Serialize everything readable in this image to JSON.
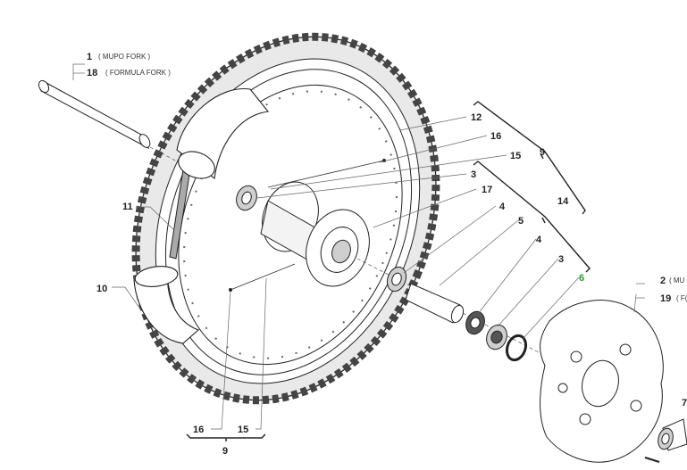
{
  "callouts": {
    "c1": {
      "num": "1",
      "desc": "( MUPO FORK )"
    },
    "c18": {
      "num": "18",
      "desc": "( FORMULA FORK )"
    },
    "c2": {
      "num": "2",
      "desc": "( MU"
    },
    "c19": {
      "num": "19",
      "desc": "( F("
    },
    "c11": "11",
    "c10": "10",
    "c12": "12",
    "c16a": "16",
    "c15a": "15",
    "c3a": "3",
    "c17": "17",
    "c4a": "4",
    "c5": "5",
    "c4b": "4",
    "c3b": "3",
    "c6": "6",
    "c9a": "9",
    "c14": "14",
    "c16b": "16",
    "c15b": "15",
    "c9b": "9",
    "c7": "7"
  },
  "colors": {
    "line": "#222222",
    "highlight": "#2aa12a"
  }
}
